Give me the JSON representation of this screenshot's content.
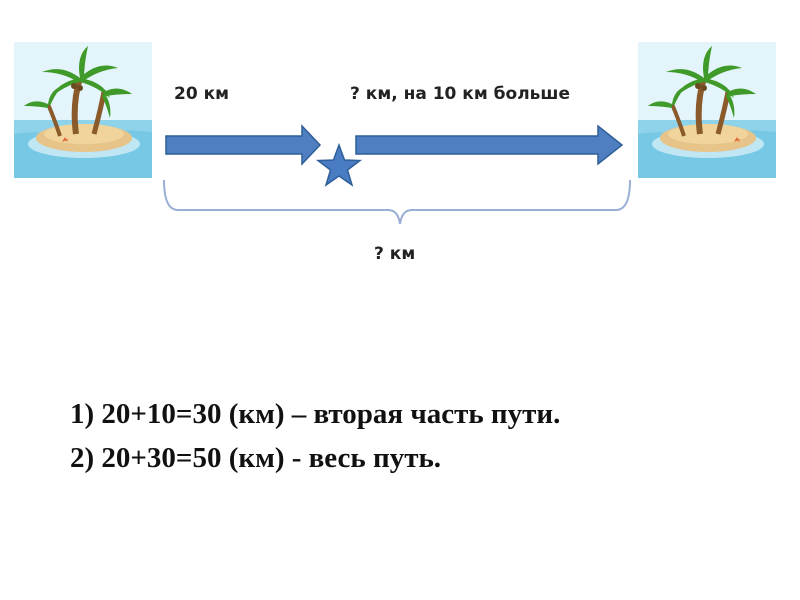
{
  "labels": {
    "first_segment": "20 км",
    "second_segment": "? км, на 10 км больше",
    "total": "? км"
  },
  "solution": [
    "1) 20+10=30 (км) – вторая часть пути.",
    "2) 20+30=50 (км) -  весь путь."
  ],
  "icons": {
    "left_island": "palm-island-icon",
    "right_island": "palm-island-icon",
    "midpoint": "star-icon"
  },
  "colors": {
    "arrow_fill": "#4f7fc1",
    "arrow_stroke": "#2f5f99",
    "star_fill": "#4a7cc4",
    "brace_stroke": "#9aafd6",
    "sky": "#d8eef8",
    "sea": "#7fcbe6",
    "sand": "#e8c889",
    "palm_leaf": "#3f9a2a",
    "trunk": "#8a5a2b"
  }
}
